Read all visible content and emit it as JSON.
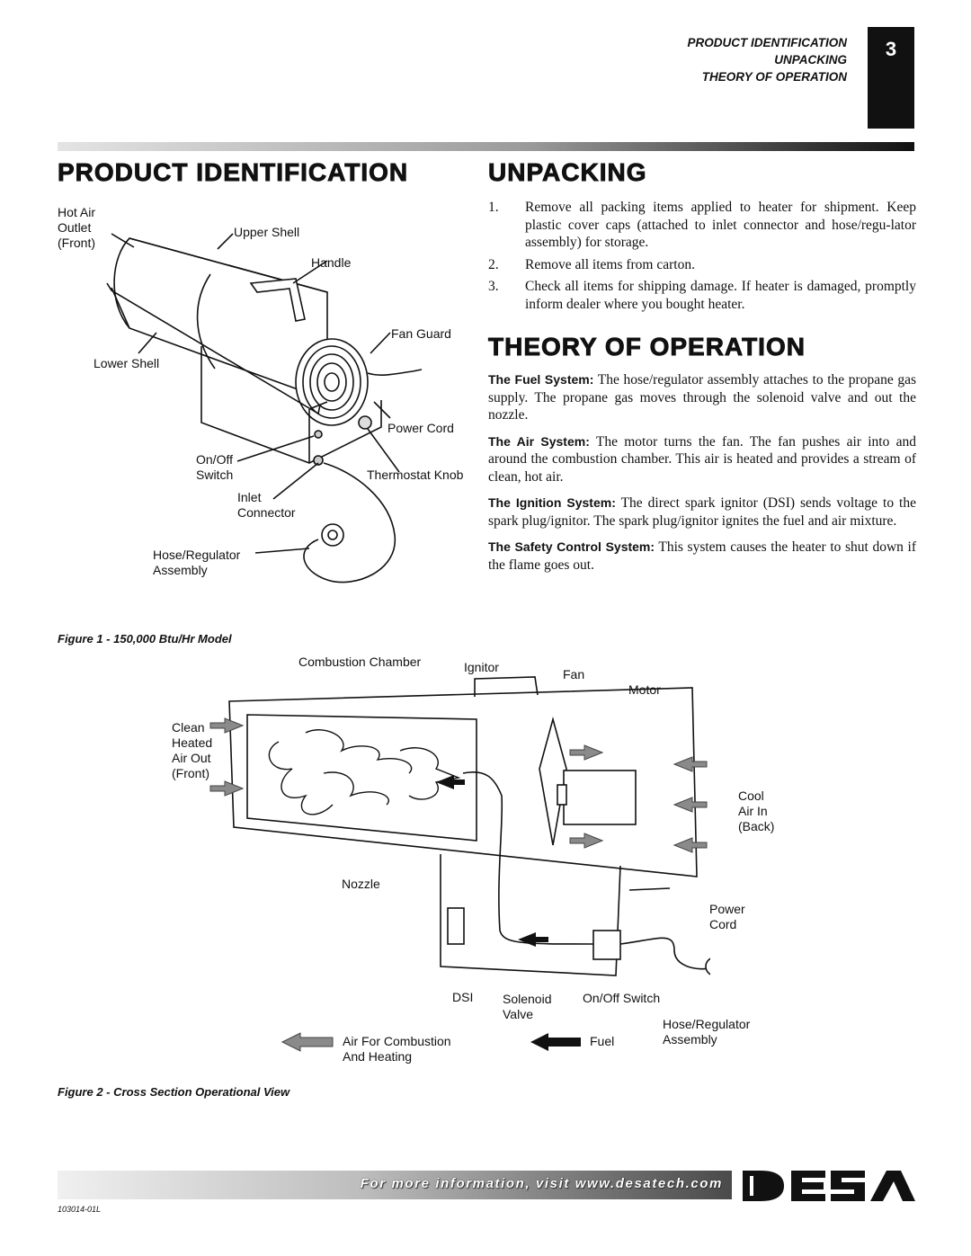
{
  "header": {
    "lines": [
      "PRODUCT IDENTIFICATION",
      "UNPACKING",
      "THEORY OF OPERATION"
    ],
    "page_number": "3"
  },
  "sections": {
    "product_identification": "PRODUCT IDENTIFICATION",
    "unpacking": "UNPACKING",
    "theory": "THEORY OF OPERATION"
  },
  "unpacking_steps": [
    {
      "num": "1.",
      "text": "Remove all packing items applied to heater for shipment. Keep plastic cover caps (attached to inlet connector and hose/regu-lator assembly) for storage."
    },
    {
      "num": "2.",
      "text": "Remove all items from carton."
    },
    {
      "num": "3.",
      "text": "Check all items for shipping damage. If heater is damaged, promptly inform dealer where you bought heater."
    }
  ],
  "theory": [
    {
      "title": "The Fuel System:",
      "text": " The hose/regulator assembly attaches to the propane gas supply. The propane gas moves through the solenoid valve and out the nozzle."
    },
    {
      "title": "The Air System:",
      "text": " The motor turns the fan. The fan pushes air into and around the combustion chamber. This air is heated and provides a stream of clean, hot air."
    },
    {
      "title": "The Ignition System:",
      "text": " The direct spark ignitor (DSI) sends voltage to the spark plug/ignitor. The spark plug/ignitor ignites the fuel and air mixture."
    },
    {
      "title": "The Safety Control System:",
      "text": " This system causes the heater to shut down if the flame goes out."
    }
  ],
  "figure1": {
    "caption": "Figure 1 - 150,000 Btu/Hr Model",
    "labels": {
      "hot_air_outlet": [
        "Hot Air",
        "Outlet",
        "(Front)"
      ],
      "upper_shell": "Upper Shell",
      "handle": "Handle",
      "fan_guard": "Fan Guard",
      "lower_shell": "Lower Shell",
      "power_cord": "Power Cord",
      "on_off_switch": [
        "On/Off",
        "Switch"
      ],
      "thermostat_knob": "Thermostat Knob",
      "inlet_connector": [
        "Inlet",
        "Connector"
      ],
      "hose_regulator": [
        "Hose/Regulator",
        "Assembly"
      ]
    }
  },
  "figure2": {
    "caption": "Figure 2 - Cross Section Operational View",
    "labels": {
      "combustion_chamber": "Combustion Chamber",
      "ignitor": "Ignitor",
      "fan": "Fan",
      "motor": "Motor",
      "clean_heated_air": [
        "Clean",
        "Heated",
        "Air Out",
        "(Front)"
      ],
      "cool_air_in": [
        "Cool",
        "Air In",
        "(Back)"
      ],
      "nozzle": "Nozzle",
      "power_cord": [
        "Power",
        "Cord"
      ],
      "dsi": "DSI",
      "solenoid_valve": [
        "Solenoid",
        "Valve"
      ],
      "on_off_switch": "On/Off Switch",
      "hose_regulator": [
        "Hose/Regulator",
        "Assembly"
      ],
      "legend_air": [
        "Air For Combustion",
        "And Heating"
      ],
      "legend_fuel": "Fuel"
    }
  },
  "footer": {
    "text": "For more information, visit www.desatech.com",
    "logo": "DESA",
    "doc_number": "103014-01L"
  }
}
